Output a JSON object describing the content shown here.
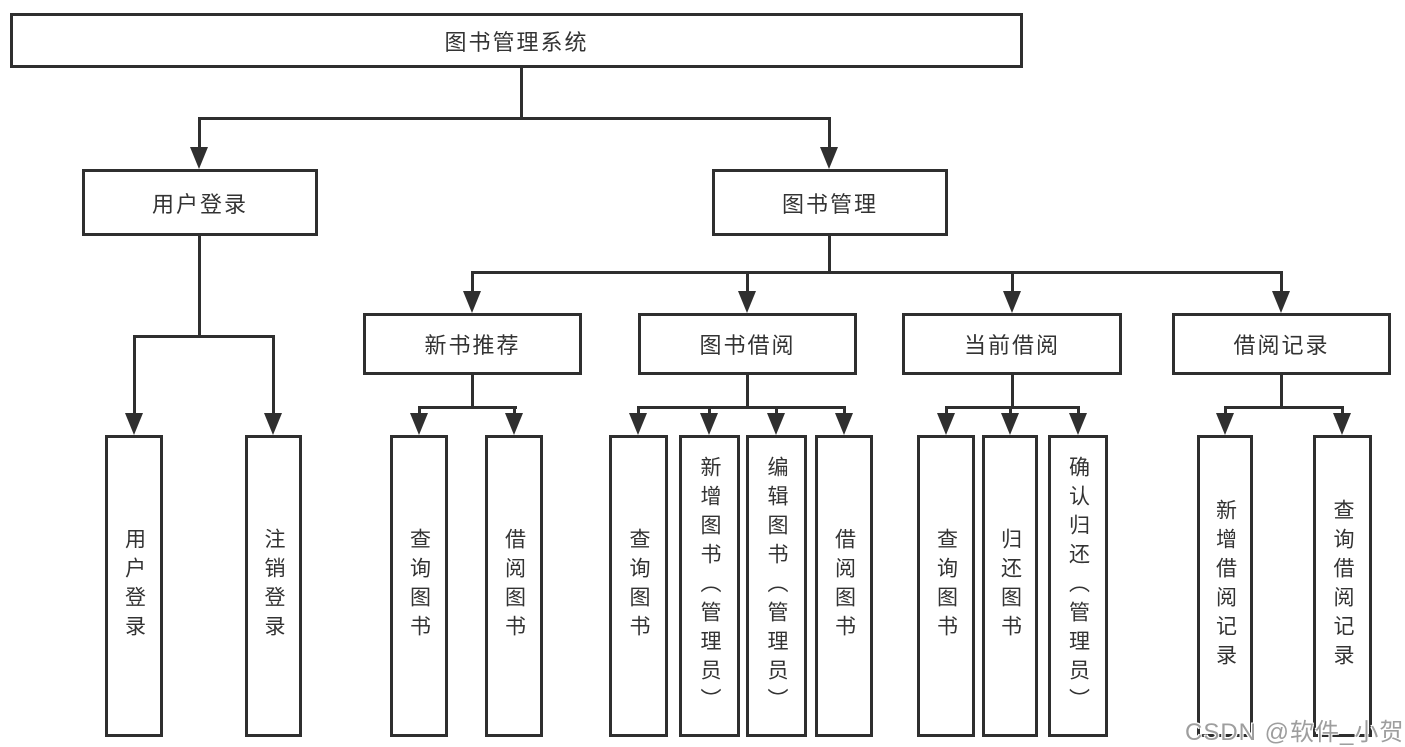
{
  "diagram_title": "图书管理系统",
  "tree": {
    "label": "图书管理系统",
    "children": [
      {
        "label": "用户登录",
        "children": [
          {
            "label": "用户登录"
          },
          {
            "label": "注销登录"
          }
        ]
      },
      {
        "label": "图书管理",
        "children": [
          {
            "label": "新书推荐",
            "children": [
              {
                "label": "查询图书"
              },
              {
                "label": "借阅图书"
              }
            ]
          },
          {
            "label": "图书借阅",
            "children": [
              {
                "label": "查询图书"
              },
              {
                "label": "新增图书（管理员）"
              },
              {
                "label": "编辑图书（管理员）"
              },
              {
                "label": "借阅图书"
              }
            ]
          },
          {
            "label": "当前借阅",
            "children": [
              {
                "label": "查询图书"
              },
              {
                "label": "归还图书"
              },
              {
                "label": "确认归还（管理员）"
              }
            ]
          },
          {
            "label": "借阅记录",
            "children": [
              {
                "label": "新增借阅记录"
              },
              {
                "label": "查询借阅记录"
              }
            ]
          }
        ]
      }
    ]
  },
  "watermark": "CSDN @软件_小贺同学",
  "colors": {
    "line": "#2f2f2f",
    "text": "#333333",
    "background": "#ffffff",
    "watermark": "#9e9e9e"
  }
}
